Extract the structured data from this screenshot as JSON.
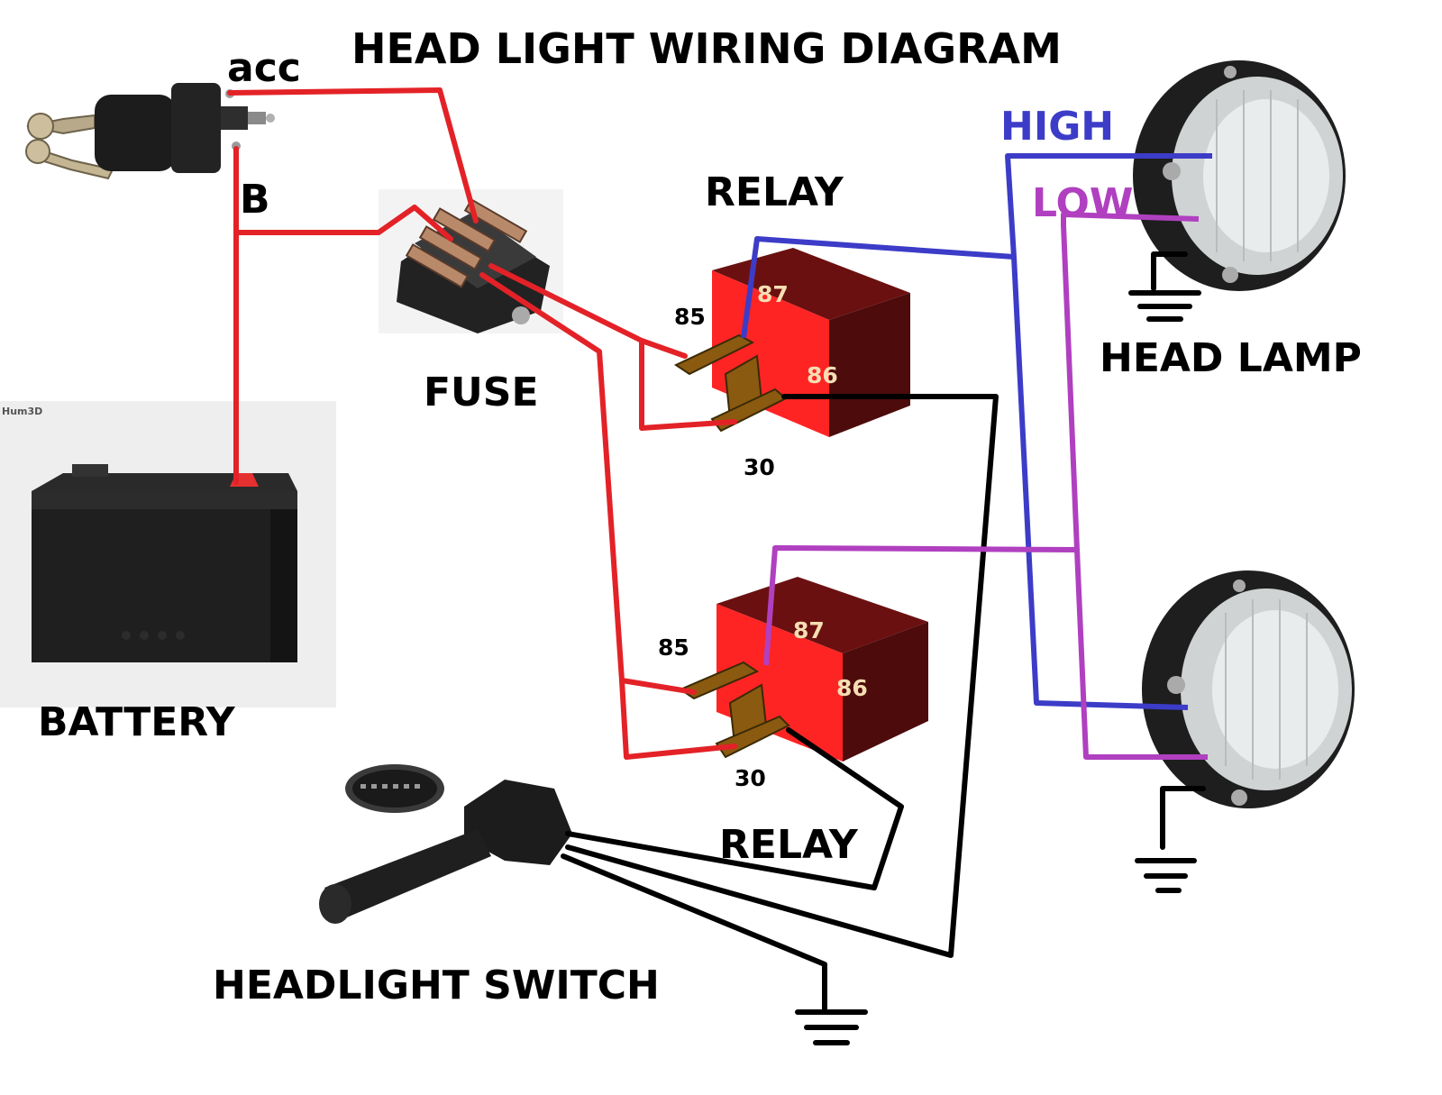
{
  "title": "HEAD LIGHT WIRING DIAGRAM",
  "ignition": {
    "acc_label": "acc",
    "b_label": "B"
  },
  "fuse_label": "FUSE",
  "battery": {
    "label": "BATTERY",
    "watermark": "Hum3D"
  },
  "relay_top": {
    "label": "RELAY",
    "pin_85": "85",
    "pin_87": "87",
    "pin_86": "86",
    "pin_30": "30"
  },
  "relay_bottom": {
    "label": "RELAY",
    "pin_85": "85",
    "pin_87": "87",
    "pin_86": "86",
    "pin_30": "30"
  },
  "high_label": "HIGH",
  "low_label": "LOW",
  "head_lamp_label": "HEAD LAMP",
  "switch_label": "HEADLIGHT SWITCH",
  "colors": {
    "power_wire": "#e32227",
    "ground_wire": "#000000",
    "high_wire": "#3c3cc8",
    "low_wire": "#b040c0",
    "title_text": "#000000",
    "relay_body": "#5a0d0d",
    "relay_face": "#ff2020",
    "pin_text_relay": "#f5deb3"
  }
}
